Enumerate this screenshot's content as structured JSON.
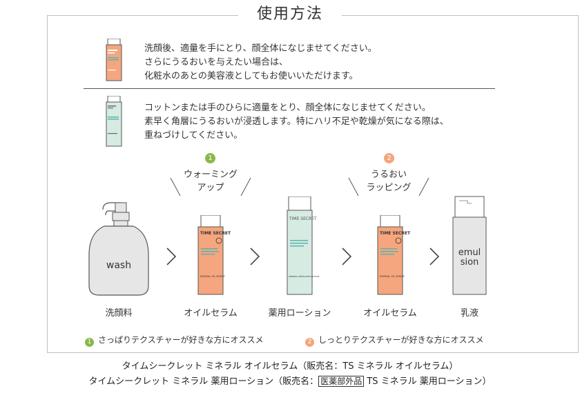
{
  "title": "使用方法",
  "instructions": [
    {
      "lines": [
        "洗顔後、適量を手にとり、顔全体になじませてください。",
        "さらにうるおいを与えたい場合は、",
        "化粧水のあとの美容液としてもお使いいただけます。"
      ]
    },
    {
      "lines": [
        "コットンまたは手のひらに適量をとり、顔全体になじませてください。",
        "素早く角層にうるおいが浸透します。特にハリ不足や乾燥が気になる際は、",
        "重ねづけしてください。"
      ]
    }
  ],
  "steps": {
    "wash": {
      "label": "洗顔料",
      "bottle_text": "wash"
    },
    "oil1": {
      "label": "オイルセラム",
      "brand": "TIME SECRET",
      "small": "NORMAL OIL SERUM"
    },
    "lotion": {
      "label": "薬用ローション",
      "brand": "TIME SECRET",
      "small": "MINERAL MEDICATED LOTION"
    },
    "oil2": {
      "label": "オイルセラム",
      "brand": "TIME SECRET",
      "small": "NORMAL OIL SERUM"
    },
    "emulsion": {
      "label": "乳液",
      "bottle_line1": "emul",
      "bottle_line2": "sion"
    }
  },
  "option1": {
    "number": "1",
    "line1": "ウォーミング",
    "line2": "アップ"
  },
  "option2": {
    "number": "2",
    "line1": "うるおい",
    "line2": "ラッピング"
  },
  "legend": [
    {
      "number": "1",
      "text": "さっぱりテクスチャーが好きな方にオススメ"
    },
    {
      "number": "2",
      "text": "しっとりテクスチャーが好きな方にオススメ"
    }
  ],
  "captions": {
    "line1": "タイムシークレット ミネラル オイルセラム（販売名：TS ミネラル オイルセラム）",
    "line2_before": "タイムシークレット ミネラル 薬用ローション（販売名：",
    "line2_boxed": "医薬部外品",
    "line2_after": " TS ミネラル 薬用ローション）"
  },
  "colors": {
    "green": "#8ab84a",
    "orange": "#f3a57b",
    "oil_bottle": "#f5a67e",
    "lotion_bottle": "#d6ebe2",
    "teal": "#5ab2b0"
  }
}
